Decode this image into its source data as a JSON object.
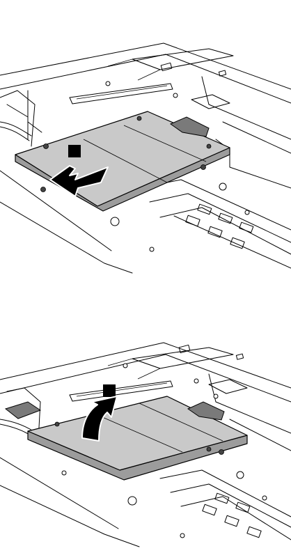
{
  "figure": {
    "panels": [
      {
        "step": "slide-out",
        "action_icon": "arrow-left-icon",
        "marker_icon": "step-marker-square"
      },
      {
        "step": "lift-out",
        "action_icon": "curved-arrow-up-icon",
        "marker_icon": "step-marker-square"
      }
    ],
    "colors": {
      "drive_top": "#c9c9c9",
      "drive_side": "#9c9c9c",
      "line": "#000000",
      "background": "#ffffff"
    }
  }
}
